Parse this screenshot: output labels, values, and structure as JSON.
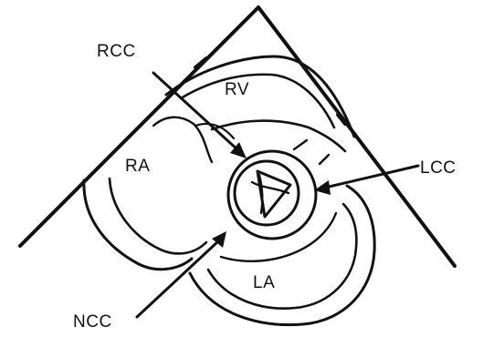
{
  "labels": {
    "rcc": "RCC",
    "rv": "RV",
    "ra": "RA",
    "lcc": "LCC",
    "la": "LA",
    "ncc": "NCC"
  },
  "colors": {
    "ink": "#111111",
    "background": "#ffffff"
  }
}
